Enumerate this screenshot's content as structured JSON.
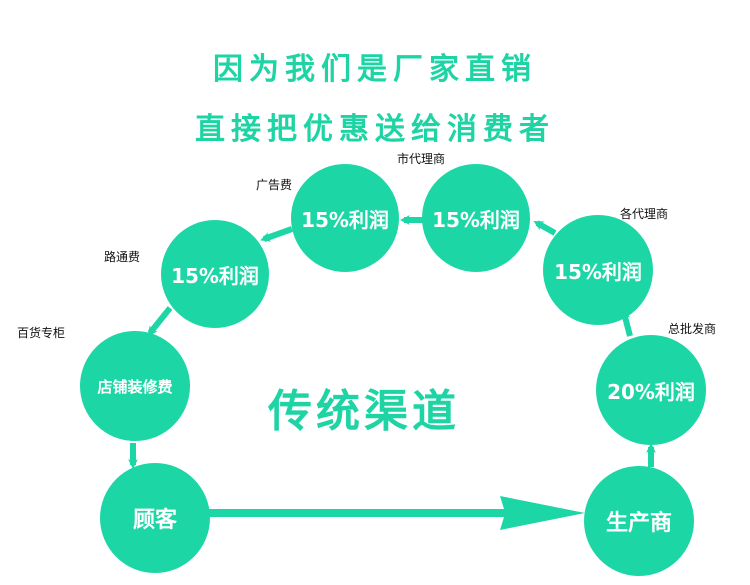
{
  "headings": {
    "line1": "因为我们是厂家直销",
    "line2": "直接把优惠送给消费者"
  },
  "center_title": "传统渠道",
  "colors": {
    "node": "#1dd6a6",
    "arrow": "#1dd6a6",
    "heading": "#1fd4a4"
  },
  "nodes": {
    "manufacturer": "生产商",
    "general_agent": "20%利润",
    "regional_agent": "15%利润",
    "city_agent": "15%利润",
    "advertising": "15%利润",
    "road_fee": "15%利润",
    "store_decor": "店铺装修费",
    "customer": "顾客"
  },
  "labels": {
    "general_wholesaler": "总批发商",
    "regional_agents": "各代理商",
    "city_agents": "市代理商",
    "ad_fee": "广告费",
    "road_fee": "路通费",
    "counter": "百货专柜"
  }
}
